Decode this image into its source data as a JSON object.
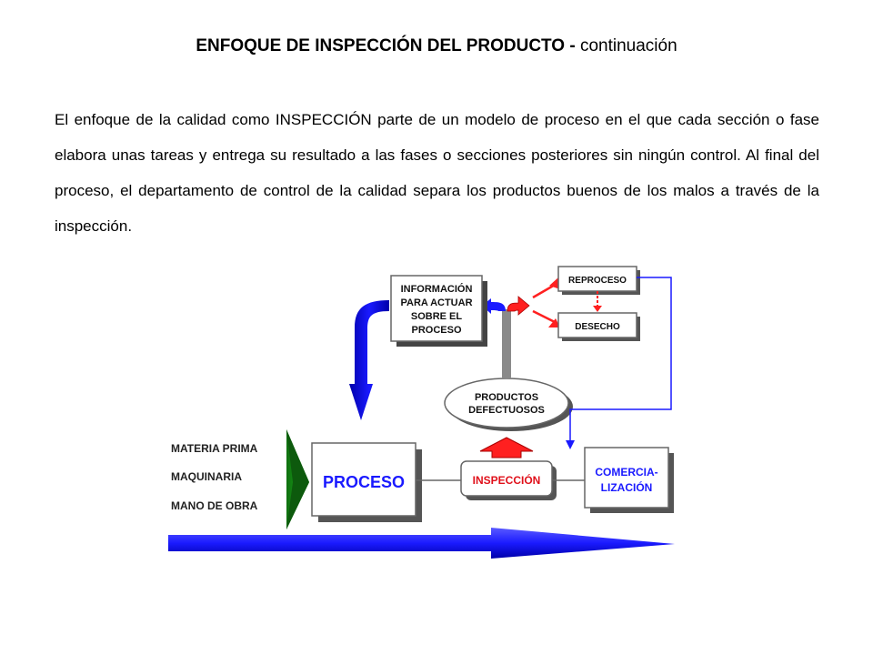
{
  "title": {
    "bold": "ENFOQUE DE INSPECCIÓN DEL PRODUCTO -",
    "normal": " continuación"
  },
  "paragraph": "El enfoque de la calidad como INSPECCIÓN parte de un modelo de proceso en el que cada sección o fase elabora unas tareas y entrega su resultado a las fases o secciones posteriores sin ningún control.  Al final del proceso, el departamento de control de la calidad separa los productos buenos de los malos a través de la inspección.",
  "diagram": {
    "inputs": [
      "MATERIA PRIMA",
      "MAQUINARIA",
      "MANO DE OBRA"
    ],
    "proceso": "PROCESO",
    "inspeccion": "INSPECCIÓN",
    "comercializacion": [
      "COMERCIA-",
      "LIZACIÓN"
    ],
    "productos_defectuosos": [
      "PRODUCTOS",
      "DEFECTUOSOS"
    ],
    "informacion": [
      "INFORMACIÓN",
      "PARA ACTUAR",
      "SOBRE EL",
      "PROCESO"
    ],
    "reproceso": "REPROCESO",
    "desecho": "DESECHO"
  },
  "colors": {
    "blue": "#1a1aff",
    "red": "#ff2020",
    "green": "#1a9a1a",
    "proceso_text": "#1a1aff",
    "inspeccion_text": "#e0101a",
    "comercializacion_text": "#1a1aff"
  }
}
